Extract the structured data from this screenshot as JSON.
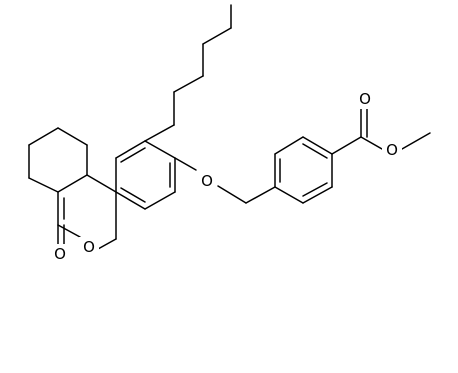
{
  "molecule": {
    "atoms": [
      {
        "id": "a1",
        "label": "O"
      },
      {
        "id": "a2",
        "label": "O"
      },
      {
        "id": "a3",
        "label": "O"
      },
      {
        "id": "a4",
        "label": "O"
      },
      {
        "id": "a5",
        "label": "O"
      }
    ]
  }
}
